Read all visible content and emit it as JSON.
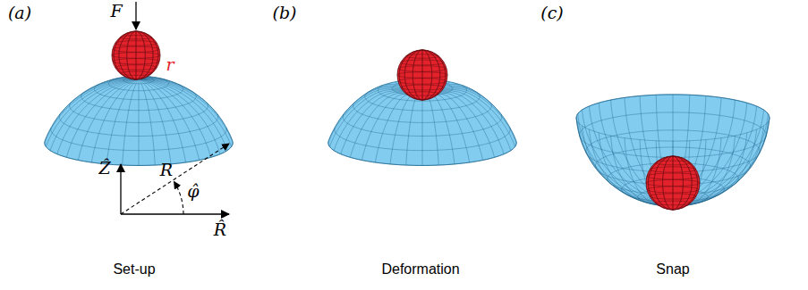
{
  "diagram": {
    "labels": [
      "(a)",
      "(b)",
      "(c)",
      "F",
      "r",
      "R",
      "Ẑ",
      "φ̂",
      "R̂",
      "Set-up",
      "Deformation",
      "Snap"
    ]
  }
}
